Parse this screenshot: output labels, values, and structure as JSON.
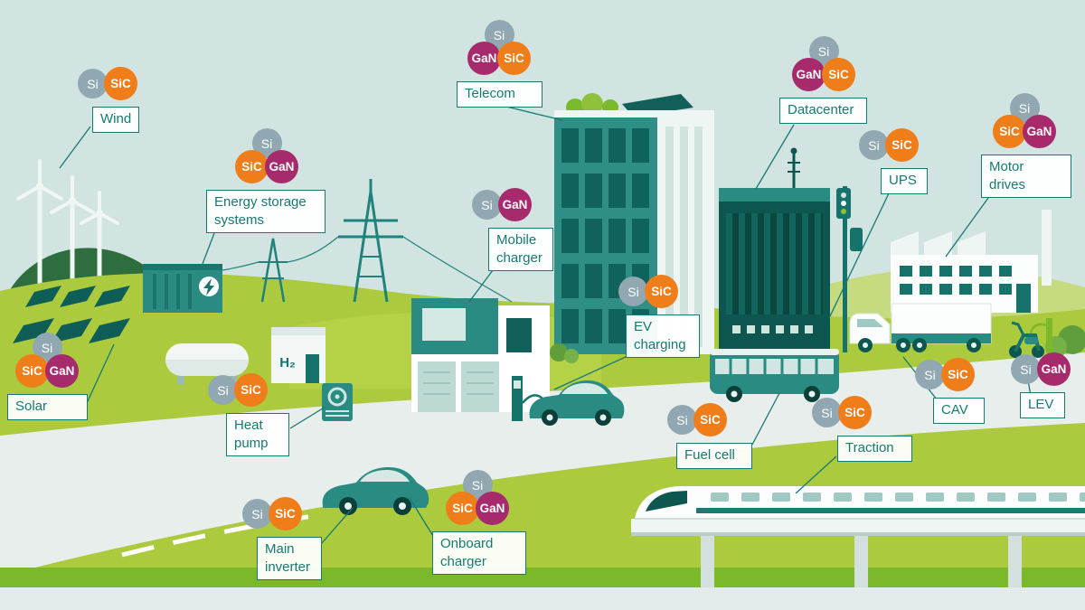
{
  "scene": {
    "h2_label": "H₂"
  },
  "colors": {
    "si_chip": "#91A8B2",
    "sic_chip": "#EF7D1A",
    "gan_chip": "#A62A6C",
    "label_teal": "#157A72"
  },
  "labels": [
    {
      "id": "wind",
      "text": "Wind",
      "badges": [
        "Si",
        "SiC"
      ]
    },
    {
      "id": "energy-storage",
      "text": "Energy storage systems",
      "badges": [
        "Si",
        "SiC",
        "GaN"
      ]
    },
    {
      "id": "telecom",
      "text": "Telecom",
      "badges": [
        "Si",
        "GaN",
        "SiC"
      ]
    },
    {
      "id": "datacenter",
      "text": "Datacenter",
      "badges": [
        "Si",
        "GaN",
        "SiC"
      ]
    },
    {
      "id": "ups",
      "text": "UPS",
      "badges": [
        "Si",
        "SiC"
      ]
    },
    {
      "id": "motor-drives",
      "text": "Motor drives",
      "badges": [
        "Si",
        "SiC",
        "GaN"
      ]
    },
    {
      "id": "mobile-charger",
      "text": "Mobile charger",
      "badges": [
        "Si",
        "GaN"
      ]
    },
    {
      "id": "ev-charging",
      "text": "EV charging",
      "badges": [
        "Si",
        "SiC"
      ]
    },
    {
      "id": "solar",
      "text": "Solar",
      "badges": [
        "Si",
        "SiC",
        "GaN"
      ]
    },
    {
      "id": "heat-pump",
      "text": "Heat pump",
      "badges": [
        "Si",
        "SiC"
      ]
    },
    {
      "id": "fuel-cell",
      "text": "Fuel cell",
      "badges": [
        "Si",
        "SiC"
      ]
    },
    {
      "id": "traction",
      "text": "Traction",
      "badges": [
        "Si",
        "SiC"
      ]
    },
    {
      "id": "cav",
      "text": "CAV",
      "badges": [
        "Si",
        "SiC"
      ]
    },
    {
      "id": "lev",
      "text": "LEV",
      "badges": [
        "Si",
        "GaN"
      ]
    },
    {
      "id": "main-inverter",
      "text": "Main inverter",
      "badges": [
        "Si",
        "SiC"
      ]
    },
    {
      "id": "onboard-charger",
      "text": "Onboard charger",
      "badges": [
        "Si",
        "SiC",
        "GaN"
      ]
    }
  ]
}
